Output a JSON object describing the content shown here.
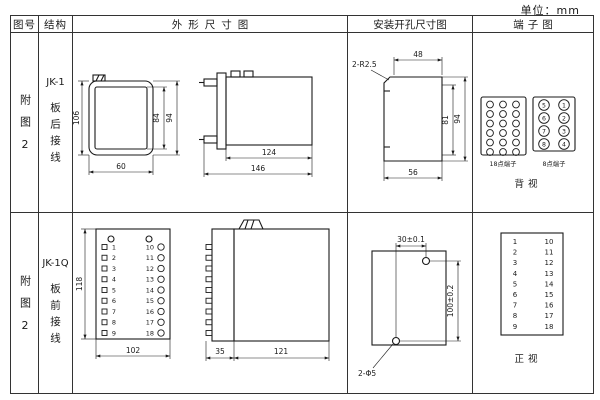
{
  "unit_label": "单位：mm",
  "table_headers": [
    "图号",
    "结构",
    "外形尺寸图",
    "安装开孔尺寸图",
    "端子图"
  ],
  "rows": [
    {
      "fig_no": "附图2",
      "model": "JK-1",
      "wiring": "板后接线",
      "outline_dims": {
        "front_height": "106",
        "front_inner_height": "84",
        "front_total_height": "94",
        "front_width": "60",
        "side_body_depth": "124",
        "side_total_depth": "146"
      },
      "mounting_dims": {
        "corner_callout": "2-R2.5",
        "top_width": "48",
        "inner_height": "81",
        "total_height": "94",
        "bottom_width": "56"
      },
      "terminal": {
        "left_label": "18点端子",
        "left_points": 18,
        "right_label": "8点端子",
        "right_grid": [
          [
            "5",
            "1"
          ],
          [
            "6",
            "2"
          ],
          [
            "7",
            "3"
          ],
          [
            "8",
            "4"
          ]
        ],
        "view_label": "背视"
      }
    },
    {
      "fig_no": "附图2",
      "model": "JK-1Q",
      "wiring": "板前接线",
      "outline_dims": {
        "front_height": "118",
        "front_width": "102",
        "side_connector_depth": "35",
        "side_body_depth": "121"
      },
      "front_left_pins": [
        "1",
        "2",
        "3",
        "4",
        "5",
        "6",
        "7",
        "8",
        "9"
      ],
      "front_right_pins": [
        "10",
        "11",
        "12",
        "13",
        "14",
        "15",
        "16",
        "17",
        "18"
      ],
      "mounting_dims": {
        "hole_spacing_x": "30±0.1",
        "hole_spacing_y": "100±0.2",
        "hole_callout": "2-Φ5"
      },
      "terminal": {
        "left": [
          "1",
          "2",
          "3",
          "4",
          "5",
          "6",
          "7",
          "8",
          "9"
        ],
        "right": [
          "10",
          "11",
          "12",
          "13",
          "14",
          "15",
          "16",
          "17",
          "18"
        ],
        "view_label": "正视"
      }
    }
  ]
}
